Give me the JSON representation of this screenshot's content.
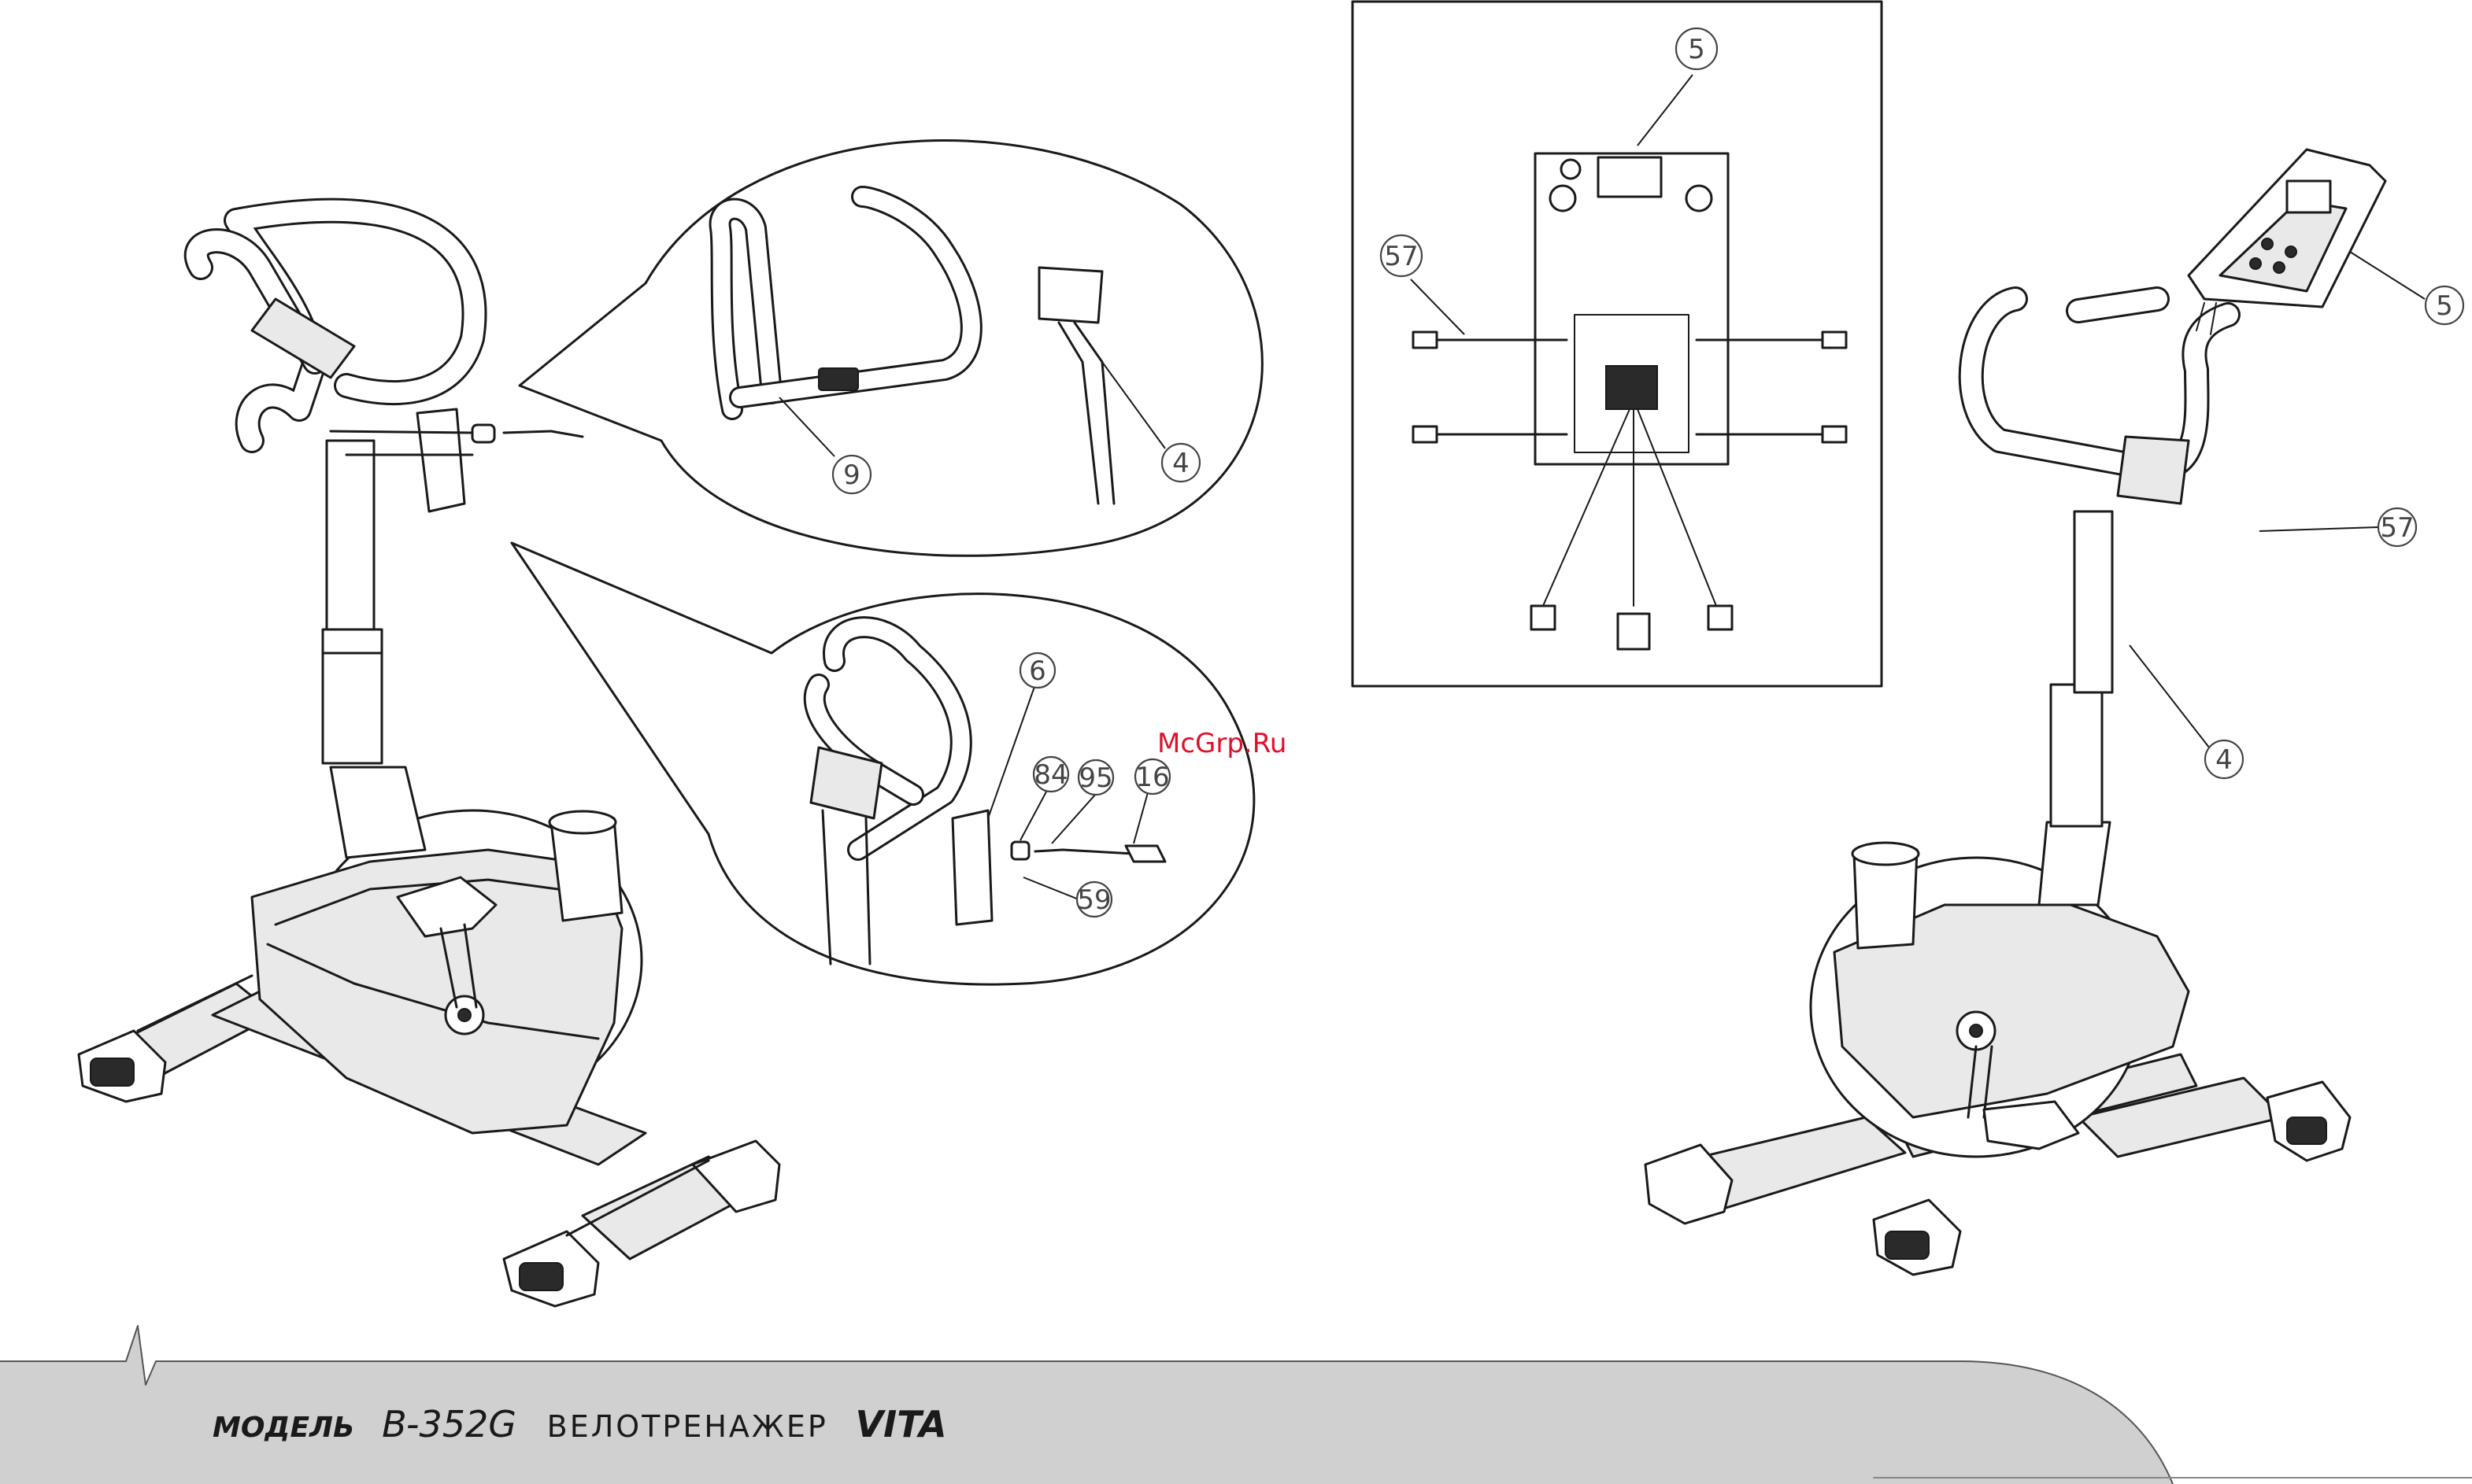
{
  "footer": {
    "model_word": "МОДЕЛЬ",
    "model_code": "B-352G",
    "product_type": "ВЕЛОТРЕНАЖЕР",
    "brand": "VITA"
  },
  "watermark": "McGrp.Ru",
  "callouts": {
    "inset_top_9": "9",
    "inset_top_4": "4",
    "inset_bottom_6": "6",
    "inset_bottom_84": "84",
    "inset_bottom_95": "95",
    "inset_bottom_16": "16",
    "inset_bottom_59": "59",
    "box_console_5": "5",
    "box_bolts_57": "57",
    "right_console_5": "5",
    "right_screw_57": "57",
    "right_post_4": "4"
  },
  "colors": {
    "line": "#1a1a1a",
    "footer_band": "#d0d0d0",
    "watermark": "#e0102a"
  }
}
